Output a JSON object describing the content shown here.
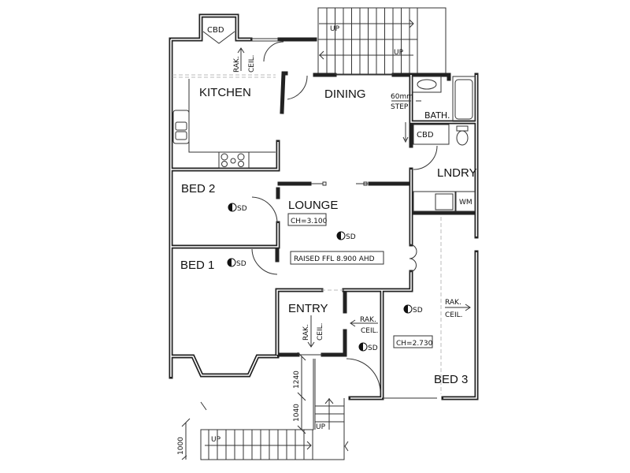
{
  "rooms": {
    "kitchen": "KITCHEN",
    "dining": "DINING",
    "bath": "BATH.",
    "lndry": "LNDRY",
    "bed2": "BED 2",
    "lounge": "LOUNGE",
    "bed1": "BED 1",
    "entry": "ENTRY",
    "bed3": "BED 3"
  },
  "labels": {
    "cbd_kitchen": "CBD",
    "cbd_laundry": "CBD",
    "wm": "WM",
    "step_top": "60mm",
    "step_bottom": "STEP",
    "lounge_ch": "CH=3.100",
    "bed3_ch": "CH=2.730",
    "raised_ffl": "RAISED FFL 8.900 AHD",
    "smoke_detector": "SD",
    "rak": "RAK.",
    "ceil": "CEIL.",
    "up": "UP"
  },
  "dimensions": {
    "d1": "1240",
    "d2": "1040",
    "d3": "1000"
  }
}
